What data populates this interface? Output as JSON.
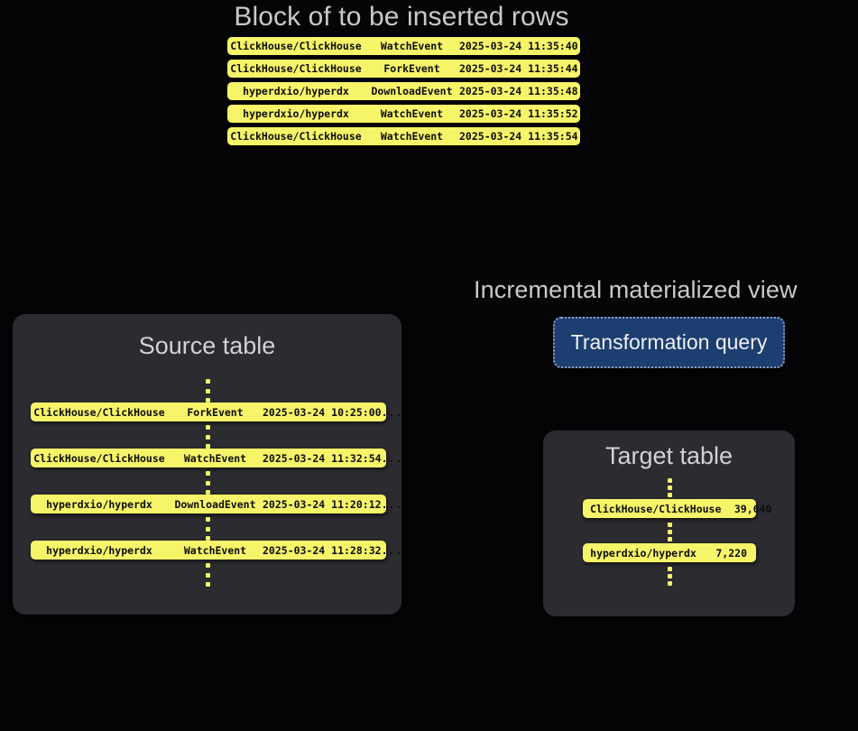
{
  "block": {
    "title": "Block of to be inserted rows",
    "rows": [
      {
        "repo": "ClickHouse/ClickHouse",
        "event": "WatchEvent",
        "timestamp": "2025-03-24 11:35:40",
        "ellipsis": "..."
      },
      {
        "repo": "ClickHouse/ClickHouse",
        "event": "ForkEvent",
        "timestamp": "2025-03-24 11:35:44",
        "ellipsis": "..."
      },
      {
        "repo": "hyperdxio/hyperdx",
        "event": "DownloadEvent",
        "timestamp": "2025-03-24 11:35:48",
        "ellipsis": "..."
      },
      {
        "repo": "hyperdxio/hyperdx",
        "event": "WatchEvent",
        "timestamp": "2025-03-24 11:35:52",
        "ellipsis": "..."
      },
      {
        "repo": "ClickHouse/ClickHouse",
        "event": "WatchEvent",
        "timestamp": "2025-03-24 11:35:54",
        "ellipsis": "..."
      }
    ]
  },
  "source_table": {
    "title": "Source table",
    "rows": [
      {
        "repo": "ClickHouse/ClickHouse",
        "event": "ForkEvent",
        "timestamp": "2025-03-24 10:25:00",
        "ellipsis": "..."
      },
      {
        "repo": "ClickHouse/ClickHouse",
        "event": "WatchEvent",
        "timestamp": "2025-03-24 11:32:54",
        "ellipsis": "..."
      },
      {
        "repo": "hyperdxio/hyperdx",
        "event": "DownloadEvent",
        "timestamp": "2025-03-24 11:20:12",
        "ellipsis": "..."
      },
      {
        "repo": "hyperdxio/hyperdx",
        "event": "WatchEvent",
        "timestamp": "2025-03-24 11:28:32",
        "ellipsis": "..."
      }
    ]
  },
  "materialized_view": {
    "title": "Incremental materialized view",
    "transformation_query_label": "Transformation query"
  },
  "target_table": {
    "title": "Target table",
    "rows": [
      {
        "repo": "ClickHouse/ClickHouse",
        "count": "39,640"
      },
      {
        "repo": "hyperdxio/hyperdx",
        "count": "7,220"
      }
    ]
  },
  "colors": {
    "background": "#050507",
    "panel": "#2b2b30",
    "row_yellow": "#f6f468",
    "row_text": "#0d0d0d",
    "heading_text": "#c9c9cc",
    "query_box_fill": "#1d3e70",
    "query_box_border": "#8f9db5",
    "query_box_text": "#f0f0f2"
  }
}
